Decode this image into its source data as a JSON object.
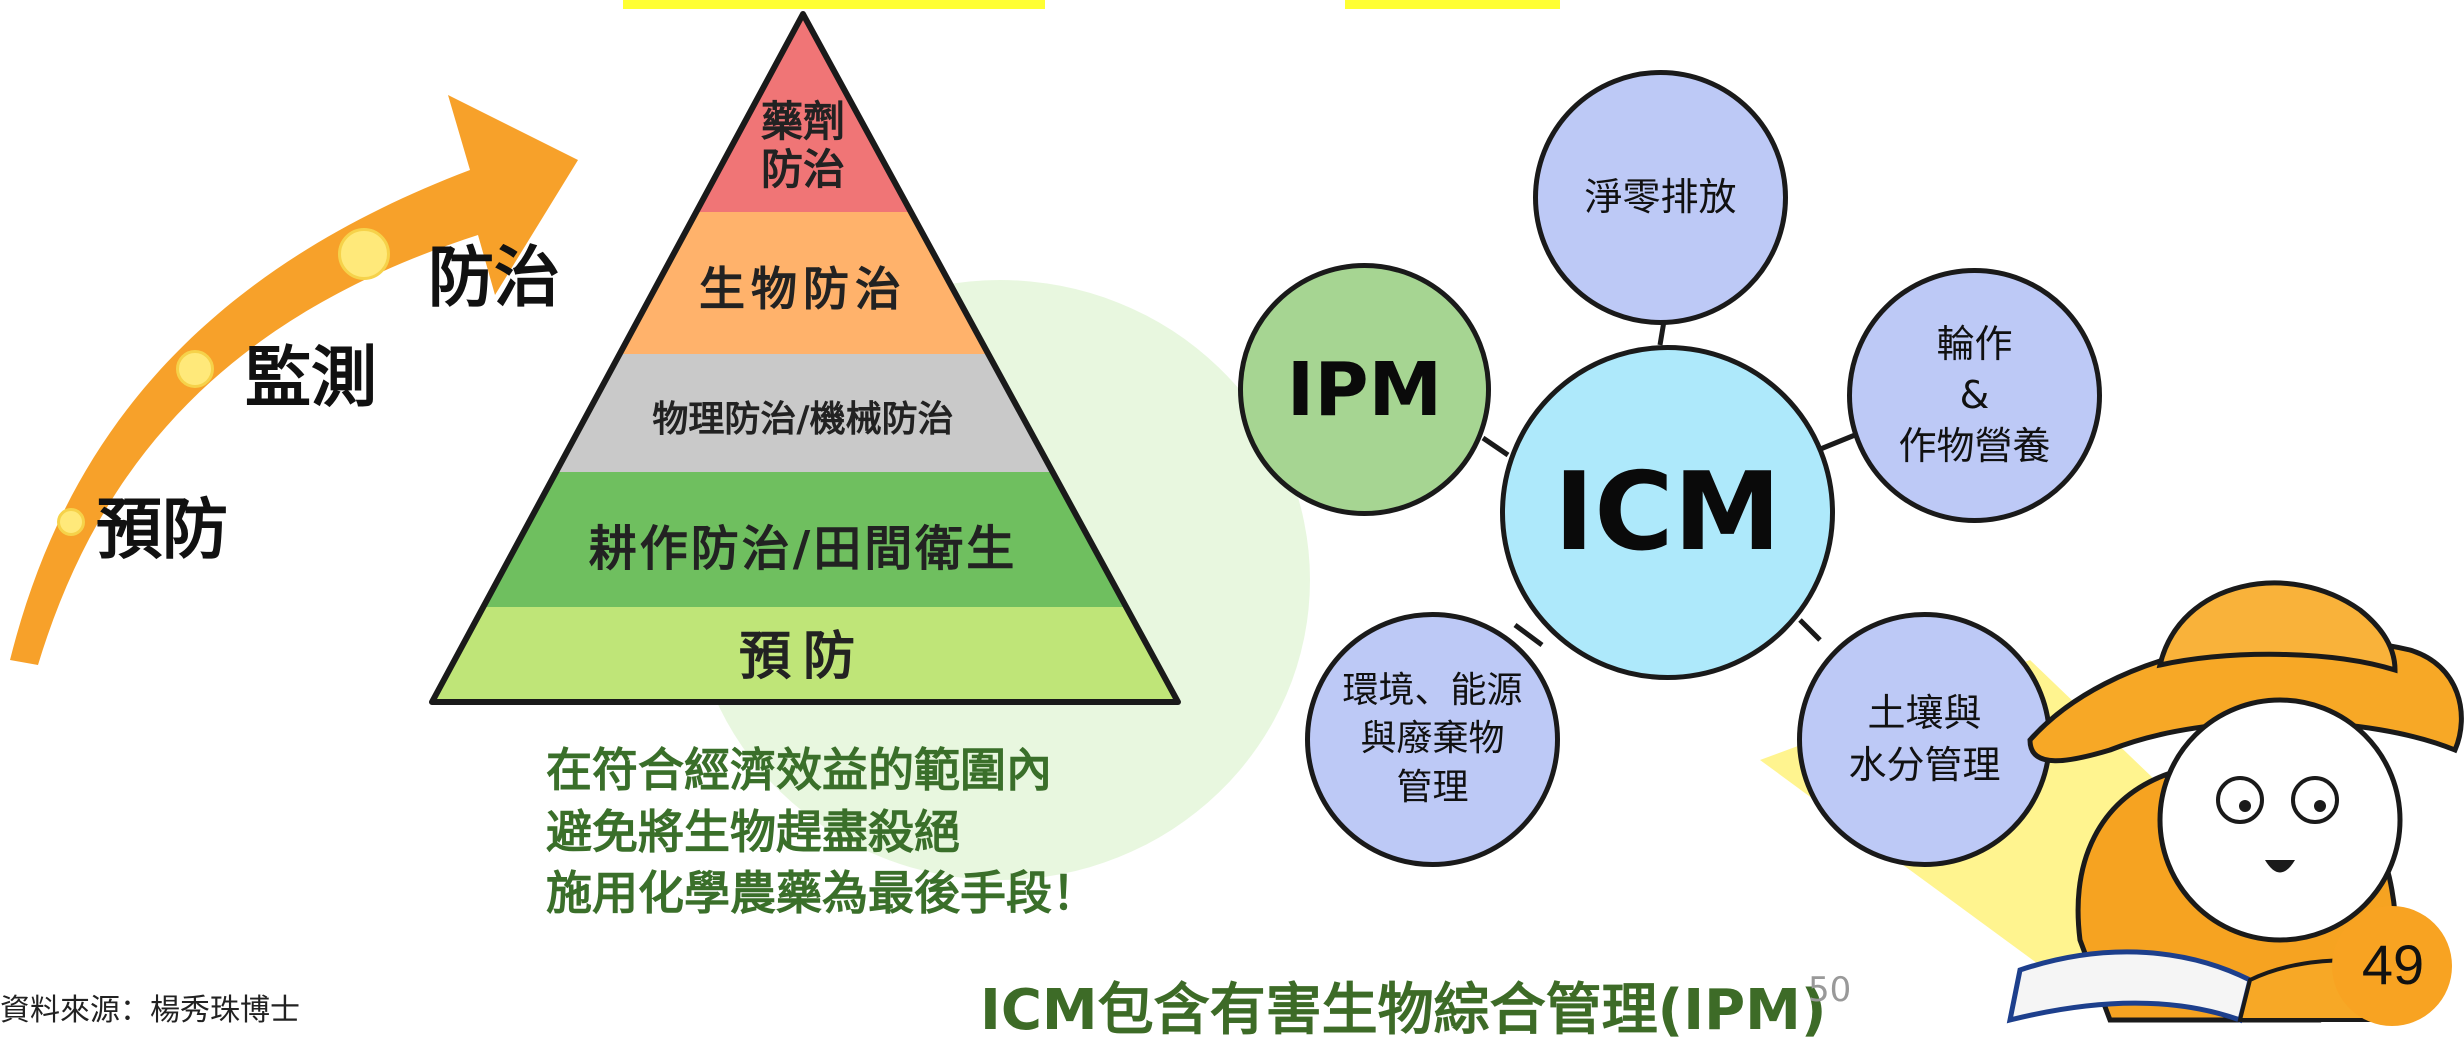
{
  "arrow_steps": [
    "預防",
    "監測",
    "防治"
  ],
  "pyramid": {
    "tiers": [
      {
        "label": "藥劑\n防治",
        "color": "#f07576"
      },
      {
        "label": "生物防治",
        "color": "#ffb26b"
      },
      {
        "label": "物理防治/機械防治",
        "color": "#c9c9c9"
      },
      {
        "label": "耕作防治/田間衛生",
        "color": "#6fbf5f"
      },
      {
        "label": "預防",
        "color": "#bfe578"
      }
    ]
  },
  "note_lines": "在符合經濟效益的範圍內\n避免將生物趕盡殺絕\n施用化學農藥為最後手段！",
  "icm": {
    "center": "ICM",
    "ipm": "IPM",
    "bubbles": {
      "net_zero": "淨零排放",
      "rotation": "輪作\n&\n作物營養",
      "soil_water": "土壤與\n水分管理",
      "env_energy": "環境、能源\n與廢棄物\n管理"
    },
    "colors": {
      "center": "#aee9fb",
      "ipm": "#a6d592",
      "satellite": "#bdc9f6"
    }
  },
  "source": "資料來源：楊秀珠博士",
  "caption": "ICM包含有害生物綜合管理(IPM)",
  "page_small": "50",
  "page_number": "49"
}
